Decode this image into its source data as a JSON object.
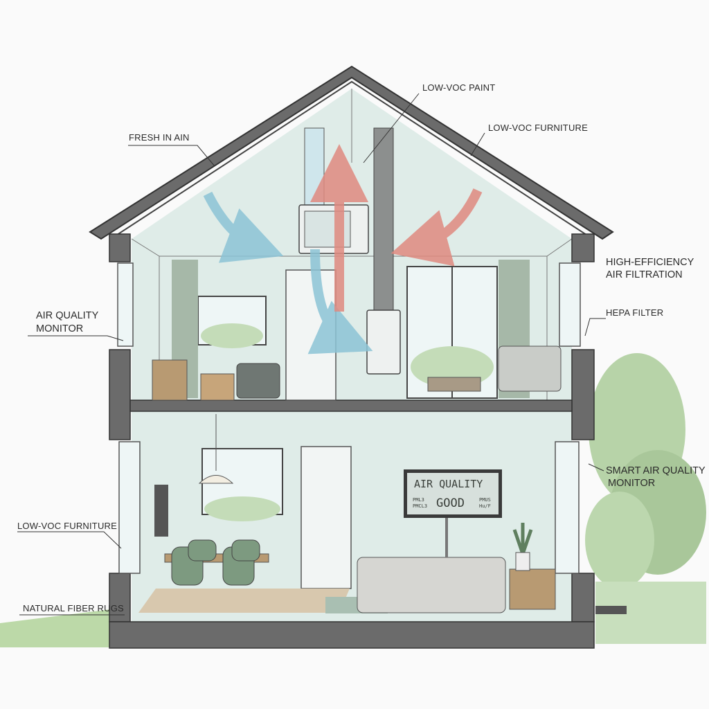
{
  "labels": {
    "fresh_air": "FRESH IN AIN",
    "low_voc_paint": "LOW-VOC PAINT",
    "low_voc_furniture_top": "LOW-VOC FURNITURE",
    "high_efficiency_1": "HIGH-EFFICIENCY",
    "high_efficiency_2": "AIR FILTRATION",
    "hepa_filter": "HEPA FILTER",
    "air_quality_monitor_1": "AIR QUALITY",
    "air_quality_monitor_2": "MONITOR",
    "smart_monitor_1": "SMART AIR QUALITY",
    "smart_monitor_2": "MONITOR",
    "low_voc_furniture_bottom": "LOW-VOC FURNITURE",
    "natural_fiber_rugs": "NATURAL FIBER RUGS"
  },
  "monitor_screen": {
    "title": "AIR QUALITY",
    "status": "GOOD",
    "left_1": "PML3",
    "left_2": "PMCL3",
    "right_1": "PMUS",
    "right_2": "Hu/F"
  },
  "colors": {
    "wall": "#6b6b6b",
    "interior": "#dfece8",
    "fresh_air_arrow": "#8cc4d6",
    "exhaust_arrow": "#e08a80",
    "tree": "#a9c79a",
    "furniture_green": "#7d9a80"
  }
}
